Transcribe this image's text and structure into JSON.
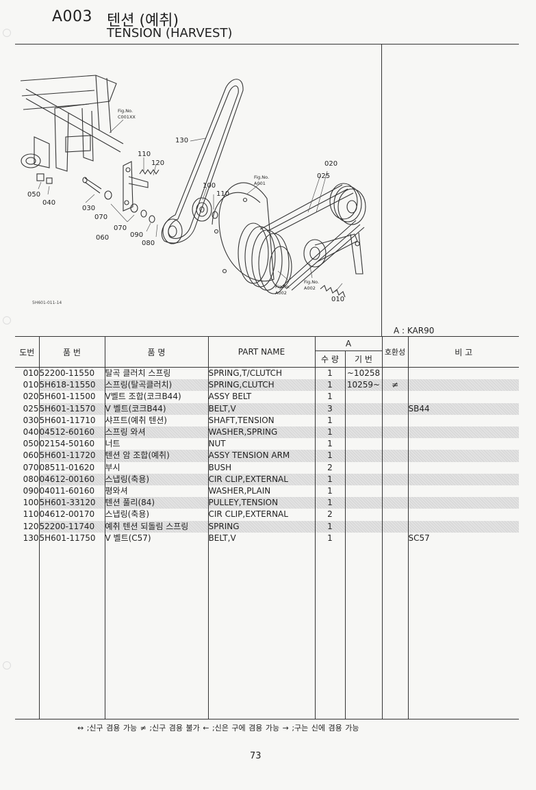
{
  "header": {
    "code": "A003",
    "title_ko": "텐션 (예취)",
    "title_en": "TENSION (HARVEST)"
  },
  "figure": {
    "code": "5H601-011-14",
    "callouts": [
      "130",
      "110",
      "120",
      "100",
      "110",
      "020",
      "025",
      "050",
      "040",
      "030",
      "070",
      "070",
      "060",
      "090",
      "080",
      "010"
    ],
    "refs": [
      {
        "line1": "Fig.No.",
        "line2": "C001XX"
      },
      {
        "line1": "Fig.No.",
        "line2": "A001"
      },
      {
        "line1": "Fig.No.",
        "line2": "A002"
      },
      {
        "line1": "Fig.No.",
        "line2": "A002"
      }
    ]
  },
  "model_label": "A : KAR90",
  "table": {
    "headers": {
      "no": "도번",
      "part_no": "품  번",
      "name_ko": "품      명",
      "part_name": "PART  NAME",
      "group_a": "A",
      "qty": "수 량",
      "serial": "기 번",
      "interchange": "호환성",
      "remarks": "비      고"
    },
    "rows": [
      {
        "no": "010",
        "part_no": "52200-11550",
        "name_ko": "탈곡 클러치 스프링",
        "name_en": "SPRING,T/CLUTCH",
        "qty": "1",
        "serial": "~10258",
        "inter": "",
        "remarks": "",
        "shaded": false
      },
      {
        "no": "010",
        "part_no": "5H618-11550",
        "name_ko": "스프링(탈곡클러치)",
        "name_en": "SPRING,CLUTCH",
        "qty": "1",
        "serial": "10259~",
        "inter": "≠",
        "remarks": "",
        "shaded": true
      },
      {
        "no": "020",
        "part_no": "5H601-11500",
        "name_ko": "V벨트 조합(코크B44)",
        "name_en": "ASSY BELT",
        "qty": "1",
        "serial": "",
        "inter": "",
        "remarks": "",
        "shaded": false
      },
      {
        "no": "025",
        "part_no": "5H601-11570",
        "name_ko": "V 벨트(코크B44)",
        "name_en": "BELT,V",
        "qty": "3",
        "serial": "",
        "inter": "",
        "remarks": "SB44",
        "shaded": true
      },
      {
        "no": "030",
        "part_no": "5H601-11710",
        "name_ko": "샤프트(예취 텐션)",
        "name_en": "SHAFT,TENSION",
        "qty": "1",
        "serial": "",
        "inter": "",
        "remarks": "",
        "shaded": false
      },
      {
        "no": "040",
        "part_no": "04512-60160",
        "name_ko": "스프링 와셔",
        "name_en": "WASHER,SPRING",
        "qty": "1",
        "serial": "",
        "inter": "",
        "remarks": "",
        "shaded": true
      },
      {
        "no": "050",
        "part_no": "02154-50160",
        "name_ko": "너트",
        "name_en": "NUT",
        "qty": "1",
        "serial": "",
        "inter": "",
        "remarks": "",
        "shaded": false
      },
      {
        "no": "060",
        "part_no": "5H601-11720",
        "name_ko": "텐션 암 조합(예취)",
        "name_en": "ASSY TENSION ARM",
        "qty": "1",
        "serial": "",
        "inter": "",
        "remarks": "",
        "shaded": true
      },
      {
        "no": "070",
        "part_no": "08511-01620",
        "name_ko": "부시",
        "name_en": "BUSH",
        "qty": "2",
        "serial": "",
        "inter": "",
        "remarks": "",
        "shaded": false
      },
      {
        "no": "080",
        "part_no": "04612-00160",
        "name_ko": "스냅링(축용)",
        "name_en": "CIR CLIP,EXTERNAL",
        "qty": "1",
        "serial": "",
        "inter": "",
        "remarks": "",
        "shaded": true
      },
      {
        "no": "090",
        "part_no": "04011-60160",
        "name_ko": "평와셔",
        "name_en": "WASHER,PLAIN",
        "qty": "1",
        "serial": "",
        "inter": "",
        "remarks": "",
        "shaded": false
      },
      {
        "no": "100",
        "part_no": "5H601-33120",
        "name_ko": "텐션 풀리(84)",
        "name_en": "PULLEY,TENSION",
        "qty": "1",
        "serial": "",
        "inter": "",
        "remarks": "",
        "shaded": true
      },
      {
        "no": "110",
        "part_no": "04612-00170",
        "name_ko": "스냅링(축용)",
        "name_en": "CIR CLIP,EXTERNAL",
        "qty": "2",
        "serial": "",
        "inter": "",
        "remarks": "",
        "shaded": false
      },
      {
        "no": "120",
        "part_no": "52200-11740",
        "name_ko": "예취 텐션 되돌림 스프링",
        "name_en": "SPRING",
        "qty": "1",
        "serial": "",
        "inter": "",
        "remarks": "",
        "shaded": true
      },
      {
        "no": "130",
        "part_no": "5H601-11750",
        "name_ko": "V 벨트(C57)",
        "name_en": "BELT,V",
        "qty": "1",
        "serial": "",
        "inter": "",
        "remarks": "SC57",
        "shaded": false
      }
    ]
  },
  "legend": "↔ ;신구 겸용 가능     ≠ ;신구 겸용 불가     ← ;신은 구에 겸용 가능     → ;구는 신에 겸용 가능",
  "page_number": "73"
}
